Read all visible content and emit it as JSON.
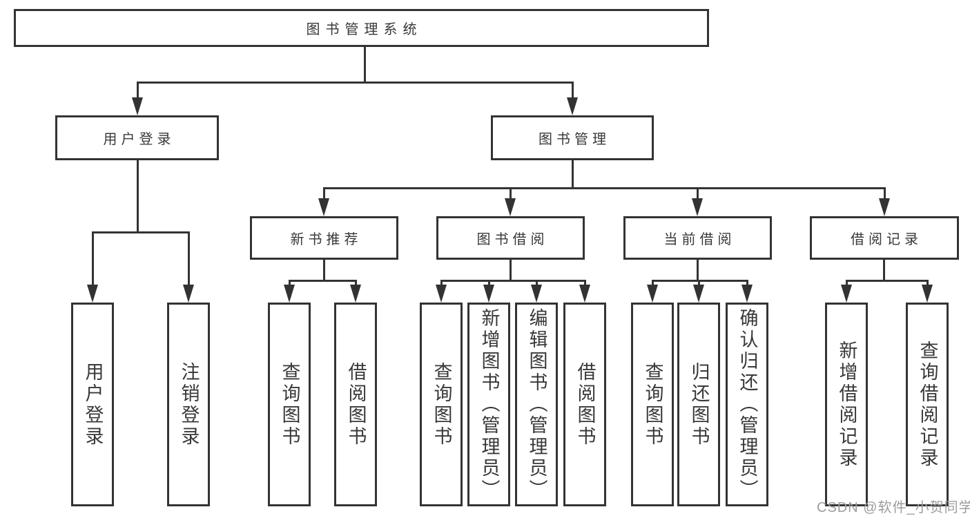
{
  "tree": {
    "root": {
      "label": "图书管理系统"
    },
    "level2": [
      {
        "label": "用户登录"
      },
      {
        "label": "图书管理"
      }
    ],
    "level3": [
      {
        "label": "新书推荐",
        "parent": "图书管理"
      },
      {
        "label": "图书借阅",
        "parent": "图书管理"
      },
      {
        "label": "当前借阅",
        "parent": "图书管理"
      },
      {
        "label": "借阅记录",
        "parent": "图书管理"
      }
    ],
    "leaves": [
      {
        "label": "用户登录",
        "parent": "用户登录"
      },
      {
        "label": "注销登录",
        "parent": "用户登录"
      },
      {
        "label": "查询图书",
        "parent": "新书推荐"
      },
      {
        "label": "借阅图书",
        "parent": "新书推荐"
      },
      {
        "label": "查询图书",
        "parent": "图书借阅"
      },
      {
        "label": "新增图书（管理员）",
        "parent": "图书借阅"
      },
      {
        "label": "编辑图书（管理员）",
        "parent": "图书借阅"
      },
      {
        "label": "借阅图书",
        "parent": "图书借阅"
      },
      {
        "label": "查询图书",
        "parent": "当前借阅"
      },
      {
        "label": "归还图书",
        "parent": "当前借阅"
      },
      {
        "label": "确认归还（管理员）",
        "parent": "当前借阅"
      },
      {
        "label": "新增借阅记录",
        "parent": "借阅记录"
      },
      {
        "label": "查询借阅记录",
        "parent": "借阅记录"
      }
    ]
  },
  "watermark": {
    "text": "CSDN @软件_小贺同学"
  },
  "colors": {
    "line": "#333333",
    "text": "#383838",
    "watermark": "#9c9c9c",
    "background": "#ffffff"
  }
}
